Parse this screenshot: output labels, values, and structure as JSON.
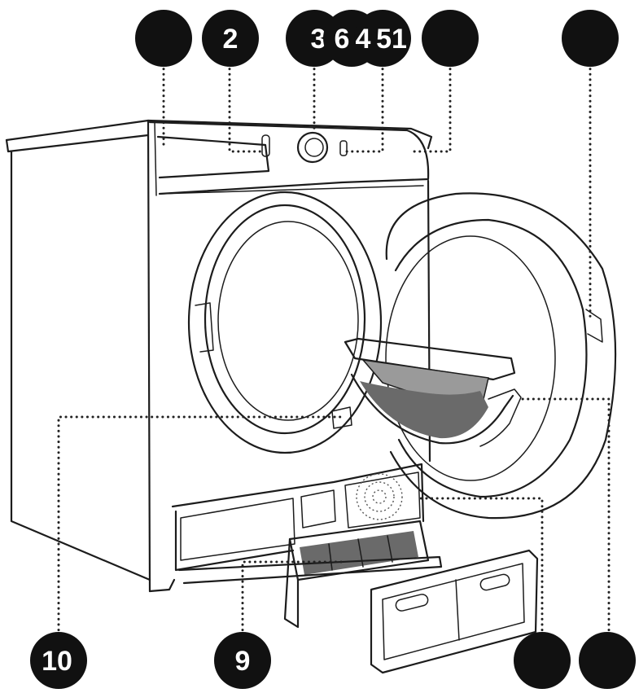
{
  "callouts": [
    {
      "id": "c-top-1",
      "label": ""
    },
    {
      "id": "c-top-2",
      "label": "2"
    },
    {
      "id": "c-top-3",
      "label": "3"
    },
    {
      "id": "c-top-4",
      "label": "6"
    },
    {
      "id": "c-top-5",
      "label": "4"
    },
    {
      "id": "c-top-6",
      "label": "51"
    },
    {
      "id": "c-top-7",
      "label": ""
    },
    {
      "id": "c-bottom-10",
      "label": "10"
    },
    {
      "id": "c-bottom-9",
      "label": "9"
    },
    {
      "id": "c-bottom-a",
      "label": ""
    },
    {
      "id": "c-bottom-b",
      "label": ""
    }
  ]
}
